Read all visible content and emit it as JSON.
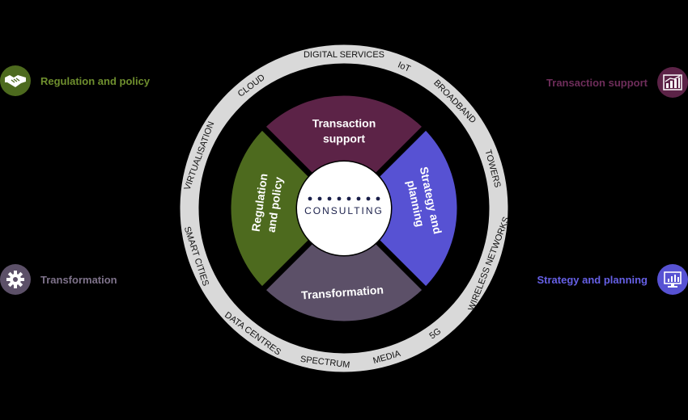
{
  "colors": {
    "background": "#000000",
    "ring": "#d9d9d9",
    "regulation": "#4d6a1e",
    "transaction": "#5c2347",
    "strategy": "#5752d3",
    "transformation": "#5c5068",
    "center": "#ffffff",
    "center_text": "#1a1f4a"
  },
  "legend": {
    "regulation": {
      "label": "Regulation and policy",
      "icon": "handshake-icon"
    },
    "transaction": {
      "label": "Transaction support",
      "icon": "bar-chart-icon"
    },
    "transformation": {
      "label": "Transformation",
      "icon": "gear-icon"
    },
    "strategy": {
      "label": "Strategy and planning",
      "icon": "monitor-chart-icon"
    }
  },
  "wheel": {
    "center_label": "CONSULTING",
    "segments": {
      "transaction": [
        "Transaction",
        "support"
      ],
      "strategy": [
        "Strategy and",
        "planning"
      ],
      "transformation": [
        "Transformation"
      ],
      "regulation": [
        "Regulation",
        "and policy"
      ]
    },
    "ring_labels": [
      {
        "text": "DIGITAL SERVICES",
        "angle": 0
      },
      {
        "text": "IoT",
        "angle": 23
      },
      {
        "text": "BROADBAND",
        "angle": 46
      },
      {
        "text": "TOWERS",
        "angle": 75
      },
      {
        "text": "WIRELESS NETWORKS",
        "angle": 111
      },
      {
        "text": "5G",
        "angle": 144
      },
      {
        "text": "MEDIA",
        "angle": 164
      },
      {
        "text": "SPECTRUM",
        "angle": 187
      },
      {
        "text": "DATA CENTRES",
        "angle": 216
      },
      {
        "text": "SMART CITIES",
        "angle": 252
      },
      {
        "text": "VIRTUALISATION",
        "angle": 290
      },
      {
        "text": "CLOUD",
        "angle": 323
      }
    ]
  }
}
